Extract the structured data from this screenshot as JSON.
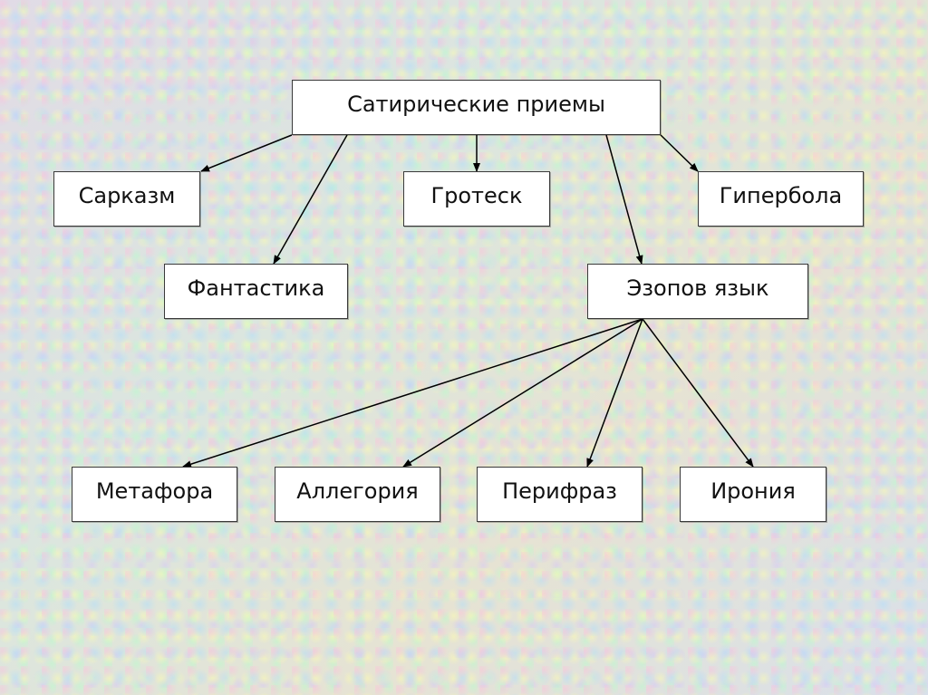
{
  "diagram": {
    "root": "Сатирические приемы",
    "level1": {
      "sarcasm": "Сарказм",
      "grotesque": "Гротеск",
      "hyperbole": "Гипербола",
      "fantasy": "Фантастика",
      "aesopian": "Эзопов язык"
    },
    "level2": {
      "metaphor": "Метафора",
      "allegory": "Аллегория",
      "periphrasis": "Перифраз",
      "irony": "Ирония"
    },
    "edges": [
      [
        "root",
        "sarcasm"
      ],
      [
        "root",
        "fantasy"
      ],
      [
        "root",
        "grotesque"
      ],
      [
        "root",
        "aesopian"
      ],
      [
        "root",
        "hyperbole"
      ],
      [
        "aesopian",
        "metaphor"
      ],
      [
        "aesopian",
        "allegory"
      ],
      [
        "aesopian",
        "periphrasis"
      ],
      [
        "aesopian",
        "irony"
      ]
    ],
    "line_color": "#000000"
  }
}
